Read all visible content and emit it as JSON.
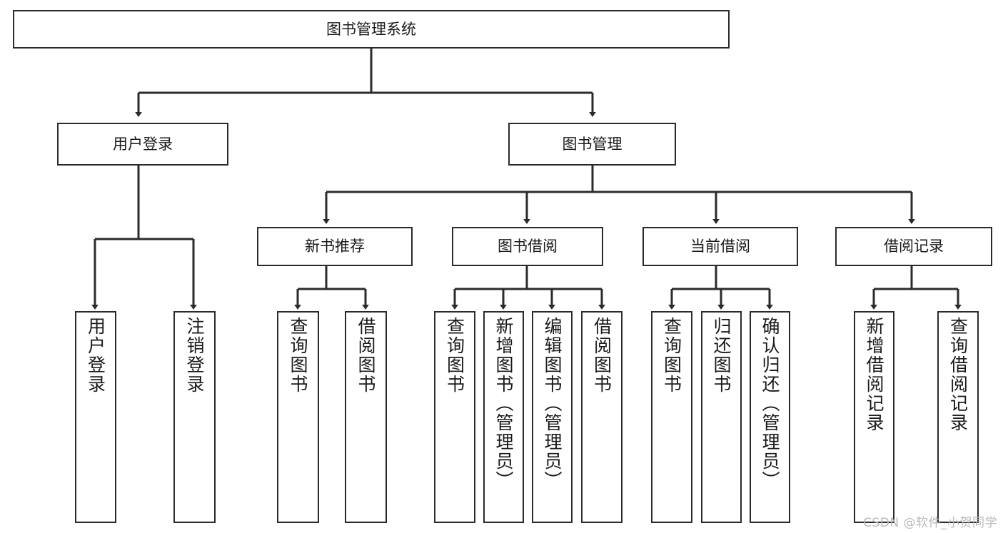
{
  "diagram": {
    "title": "图书管理系统",
    "type": "hierarchy-tree",
    "colors": {
      "background": "#ffffff",
      "node_border": "#2b2b2b",
      "node_fill": "#ffffff",
      "edge": "#2b2b2b",
      "text": "#1a1a1a",
      "watermark": "#b9b9b9"
    },
    "nodes": {
      "root": {
        "label": "图书管理系统",
        "level": 0,
        "orientation": "horizontal"
      },
      "l1": [
        {
          "label": "用户登录",
          "orientation": "horizontal"
        },
        {
          "label": "图书管理",
          "orientation": "horizontal"
        }
      ],
      "l2": [
        {
          "label": "新书推荐",
          "orientation": "horizontal",
          "parent": "图书管理"
        },
        {
          "label": "图书借阅",
          "orientation": "horizontal",
          "parent": "图书管理"
        },
        {
          "label": "当前借阅",
          "orientation": "horizontal",
          "parent": "图书管理"
        },
        {
          "label": "借阅记录",
          "orientation": "horizontal",
          "parent": "图书管理"
        }
      ],
      "leaves": [
        {
          "label": "用户登录",
          "orientation": "vertical",
          "parent": "用户登录"
        },
        {
          "label": "注销登录",
          "orientation": "vertical",
          "parent": "用户登录"
        },
        {
          "label": "查询图书",
          "orientation": "vertical",
          "parent": "新书推荐"
        },
        {
          "label": "借阅图书",
          "orientation": "vertical",
          "parent": "新书推荐"
        },
        {
          "label": "查询图书",
          "orientation": "vertical",
          "parent": "图书借阅"
        },
        {
          "label": "新增图书（管理员）",
          "orientation": "vertical",
          "parent": "图书借阅"
        },
        {
          "label": "编辑图书（管理员）",
          "orientation": "vertical",
          "parent": "图书借阅"
        },
        {
          "label": "借阅图书",
          "orientation": "vertical",
          "parent": "图书借阅"
        },
        {
          "label": "查询图书",
          "orientation": "vertical",
          "parent": "当前借阅"
        },
        {
          "label": "归还图书",
          "orientation": "vertical",
          "parent": "当前借阅"
        },
        {
          "label": "确认归还（管理员）",
          "orientation": "vertical",
          "parent": "当前借阅"
        },
        {
          "label": "新增借阅记录",
          "orientation": "vertical",
          "parent": "借阅记录"
        },
        {
          "label": "查询借阅记录",
          "orientation": "vertical",
          "parent": "借阅记录"
        }
      ]
    },
    "watermark": "CSDN @软件_小贺同学"
  }
}
